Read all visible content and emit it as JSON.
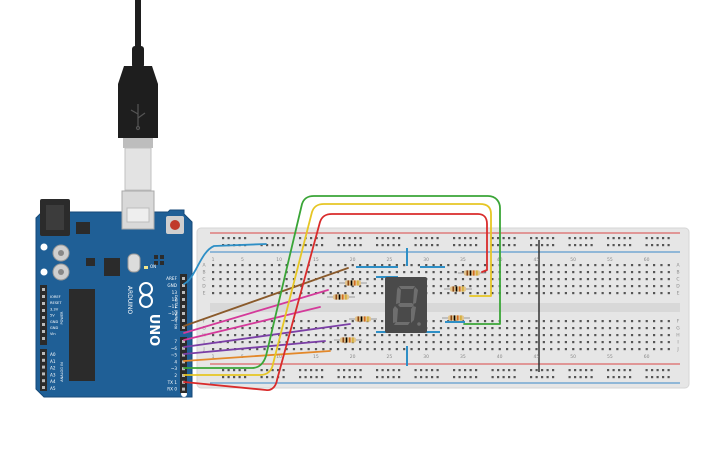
{
  "colors": {
    "board": "#1f5f96",
    "board_dark": "#174a78",
    "breadboard": "#e6e6e6",
    "breadboard_hole": "#555555",
    "rail_blue": "#3a88c8",
    "rail_red": "#d94545",
    "display": "#4a4a4a",
    "segment_off": "#6e6e6e",
    "resistor": "#e2c48c"
  },
  "breadboard": {
    "col_numbers_top": [
      "1",
      "5",
      "10",
      "15",
      "20",
      "25",
      "30",
      "35",
      "40",
      "45",
      "50",
      "55",
      "60"
    ],
    "col_numbers_bottom": [
      "1",
      "5",
      "10",
      "15",
      "20",
      "25",
      "30",
      "35",
      "40",
      "45",
      "50",
      "55",
      "60"
    ],
    "row_letters_top": [
      "A",
      "B",
      "C",
      "D",
      "E"
    ],
    "row_letters_bottom": [
      "F",
      "G",
      "H",
      "I",
      "J"
    ]
  },
  "arduino": {
    "model": "UNO",
    "brand": "ARDUINO",
    "digital_label": "DIGITAL (PWM ~)",
    "power_label": "POWER",
    "analog_label": "ANALOG IN",
    "on_label": "ON",
    "header_top": [
      "AREF",
      "GND",
      "13",
      "12",
      "~11",
      "~10",
      "~9",
      "8"
    ],
    "header_bottom": [
      "7",
      "~6",
      "~5",
      "4",
      "~3",
      "2",
      "TX 1",
      "RX 0"
    ],
    "power_pins": [
      "IOREF",
      "RESET",
      "3.3V",
      "5V",
      "GND",
      "GND",
      "Vin"
    ],
    "analog_pins": [
      "A0",
      "A1",
      "A2",
      "A3",
      "A4",
      "A5"
    ]
  },
  "display": {
    "digit": "8"
  },
  "wires": [
    {
      "name": "wire-gnd",
      "color": "#2e8fc6"
    },
    {
      "name": "wire-pin-9",
      "color": "#8a5a2b"
    },
    {
      "name": "wire-pin-8",
      "color": "#d43a9a"
    },
    {
      "name": "wire-pin-7",
      "color": "#d43a9a"
    },
    {
      "name": "wire-pin-6",
      "color": "#7b3fa6"
    },
    {
      "name": "wire-pin-5",
      "color": "#7b3fa6"
    },
    {
      "name": "wire-pin-4",
      "color": "#e3882a"
    },
    {
      "name": "wire-pin-3",
      "color": "#3aa537"
    },
    {
      "name": "wire-pin-2",
      "color": "#e6c625"
    },
    {
      "name": "wire-pin-1",
      "color": "#d92b2b"
    }
  ]
}
